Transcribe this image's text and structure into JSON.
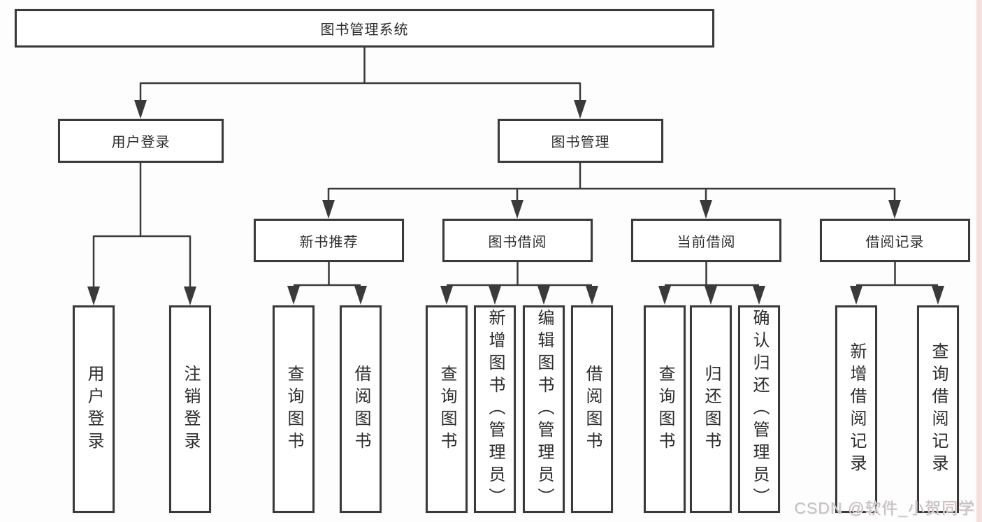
{
  "colors": {
    "line": "#3a3a3a",
    "box_border": "#3a3a3a",
    "text": "#2d2d2d",
    "watermark_text": "#c3c3c3",
    "right_edge_strip": "#f7dede"
  },
  "watermark": "CSDN @软件_小贺同学",
  "tree": {
    "root": {
      "label": "图书管理系统"
    },
    "level2": [
      {
        "label": "用户登录"
      },
      {
        "label": "图书管理"
      }
    ],
    "level3": [
      {
        "label": "新书推荐"
      },
      {
        "label": "图书借阅"
      },
      {
        "label": "当前借阅"
      },
      {
        "label": "借阅记录"
      }
    ],
    "leaves": {
      "user_login": [
        "用户登录",
        "注销登录"
      ],
      "new_book_recommend": [
        "查询图书",
        "借阅图书"
      ],
      "book_borrow": [
        "查询图书",
        "新增图书（管理员）",
        "编辑图书（管理员）",
        "借阅图书"
      ],
      "current_borrow": [
        "查询图书",
        "归还图书",
        "确认归还（管理员）"
      ],
      "borrow_record": [
        "新增借阅记录",
        "查询借阅记录"
      ]
    }
  }
}
